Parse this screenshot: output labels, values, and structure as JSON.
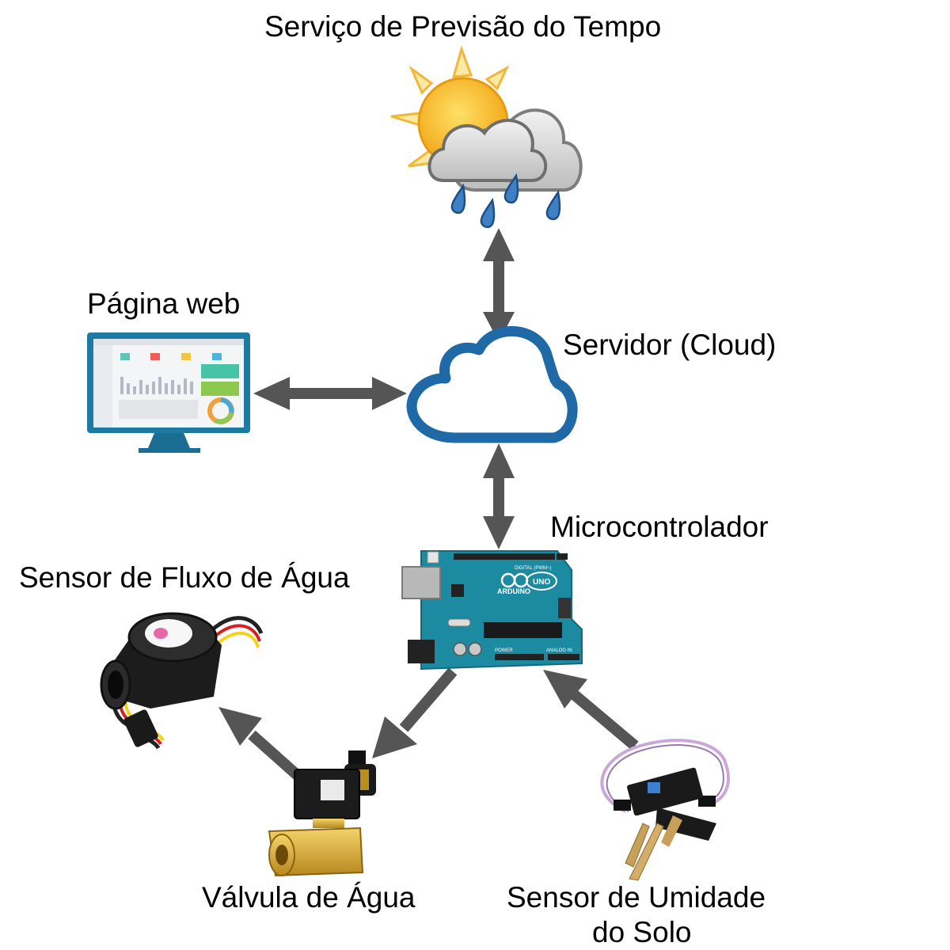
{
  "labels": {
    "weather_service": "Serviço de Previsão do Tempo",
    "web_page": "Página web",
    "server": "Servidor (Cloud)",
    "microcontroller": "Microcontrolador",
    "flow_sensor": "Sensor de Fluxo de Água",
    "water_valve": "Válvula de Água",
    "soil_sensor_line1": "Sensor de Umidade",
    "soil_sensor_line2": "do Solo"
  },
  "board_text": {
    "brand": "ARDUINO",
    "model": "UNO",
    "digital": "DIGITAL (PWM~)",
    "power": "POWER",
    "analog": "ANALOG IN"
  },
  "icons": [
    "weather-sun-cloud-rain-icon",
    "cloud-icon",
    "monitor-dashboard-icon",
    "arduino-board-icon",
    "flow-sensor-icon",
    "solenoid-valve-icon",
    "soil-moisture-sensor-icon"
  ],
  "colors": {
    "arrow": "#555555",
    "cloud_stroke": "#1f6aa6",
    "monitor_frame": "#1d7aa3",
    "board": "#1c8aa0",
    "sun": "#f6b51e",
    "rain": "#2d6fb0"
  }
}
